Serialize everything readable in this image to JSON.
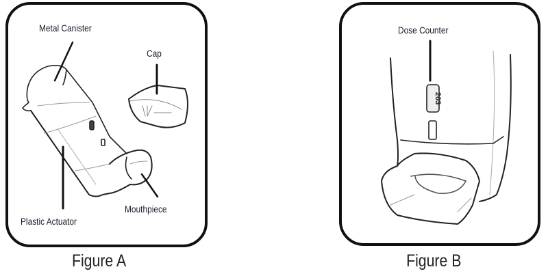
{
  "figure_a": {
    "caption": "Figure A",
    "labels": {
      "metal_canister": "Metal Canister",
      "cap": "Cap",
      "mouthpiece": "Mouthpiece",
      "plastic_actuator": "Plastic Actuator"
    }
  },
  "figure_b": {
    "caption": "Figure B",
    "labels": {
      "dose_counter": "Dose Counter"
    },
    "counter_value": "203"
  }
}
